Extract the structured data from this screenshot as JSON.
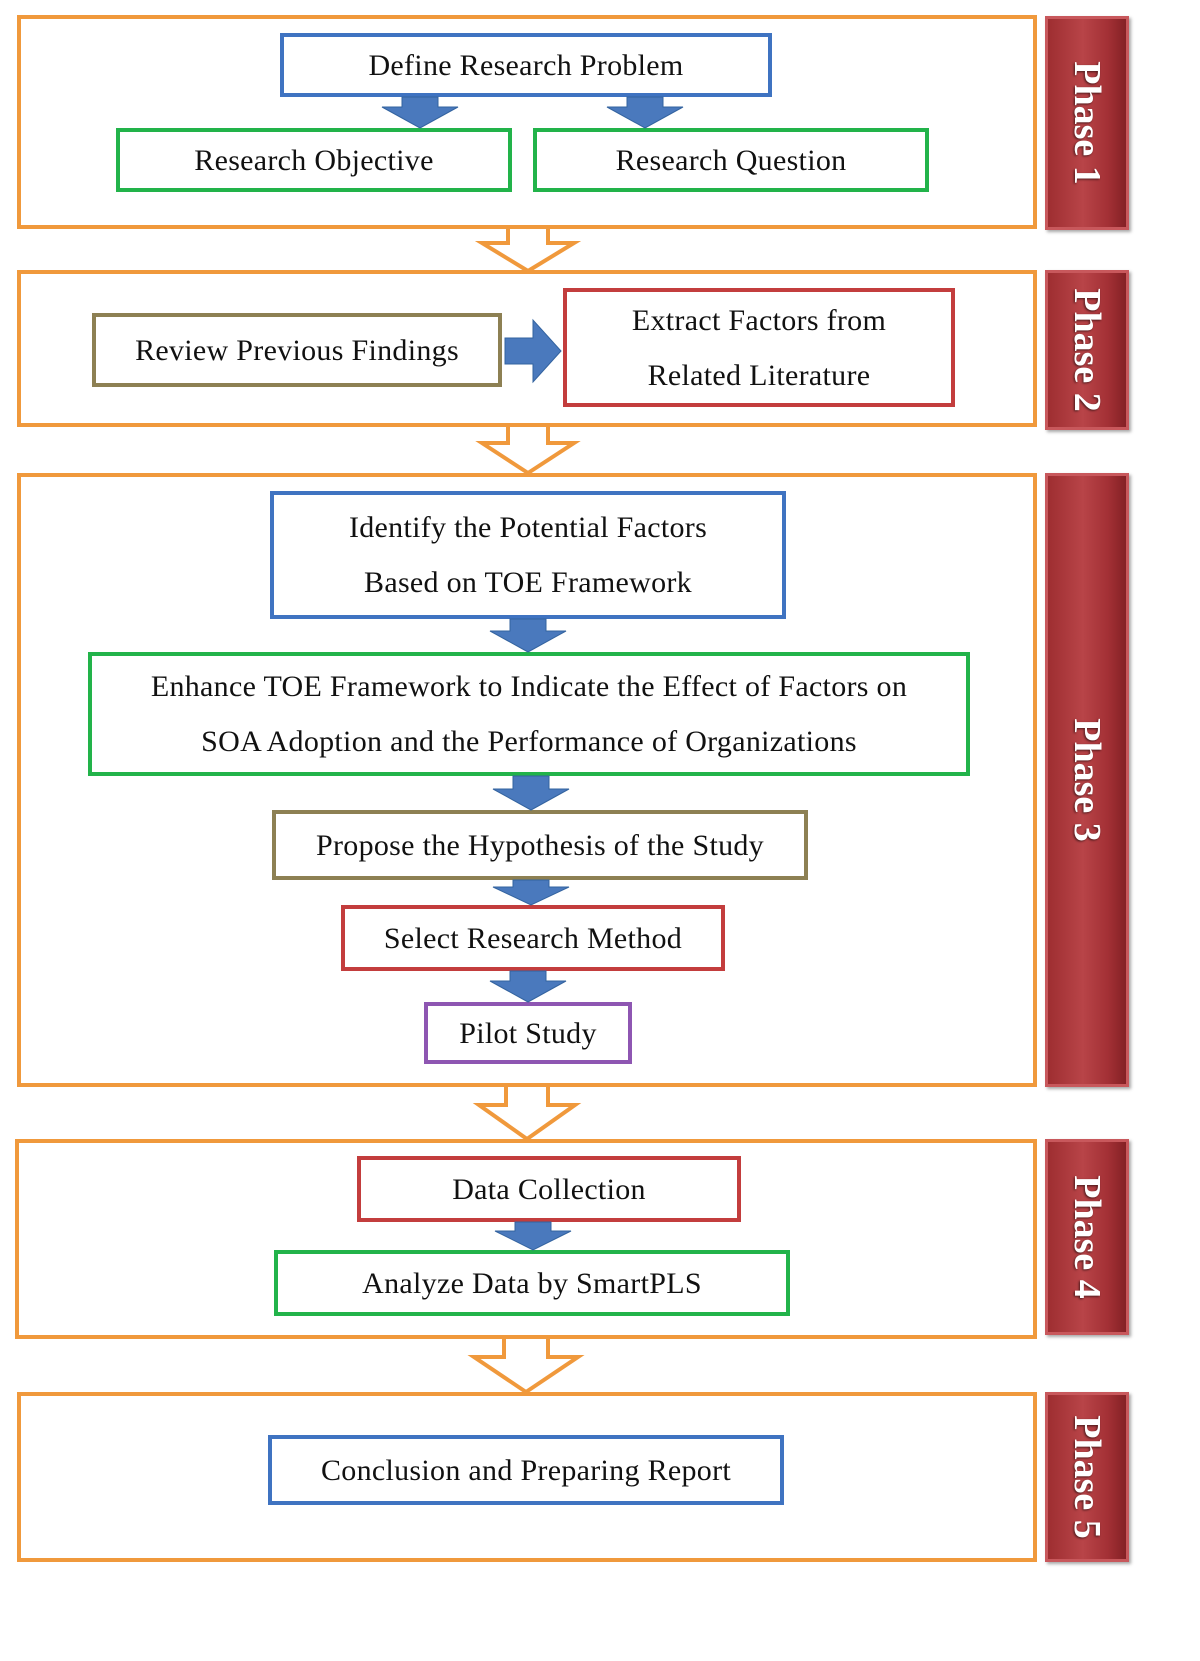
{
  "phases": [
    {
      "label": "Phase 1"
    },
    {
      "label": "Phase 2"
    },
    {
      "label": "Phase 3"
    },
    {
      "label": "Phase 4"
    },
    {
      "label": "Phase 5"
    }
  ],
  "steps": {
    "define_problem": "Define Research Problem",
    "objective": "Research Objective",
    "question": "Research Question",
    "review_findings": "Review Previous Findings",
    "extract_factors": [
      "Extract Factors from",
      "Related Literature"
    ],
    "identify_factors": [
      "Identify the Potential Factors",
      "Based on TOE Framework"
    ],
    "enhance_toe": [
      "Enhance TOE Framework to Indicate the Effect of Factors on",
      "SOA Adoption and the Performance of Organizations"
    ],
    "hypothesis": "Propose the Hypothesis of the Study",
    "select_method": "Select Research Method",
    "pilot": "Pilot Study",
    "data_collection": "Data Collection",
    "analyze": "Analyze Data by SmartPLS",
    "conclusion": "Conclusion and Preparing Report"
  },
  "colors": {
    "frame": "#f0993c",
    "blue": "#3f73c1",
    "green": "#22b34a",
    "olive": "#8d8053",
    "red": "#c33d3d",
    "purple": "#8e56b2",
    "phase_tab": "#a33035",
    "arrow_fill": "#4a79bd"
  }
}
